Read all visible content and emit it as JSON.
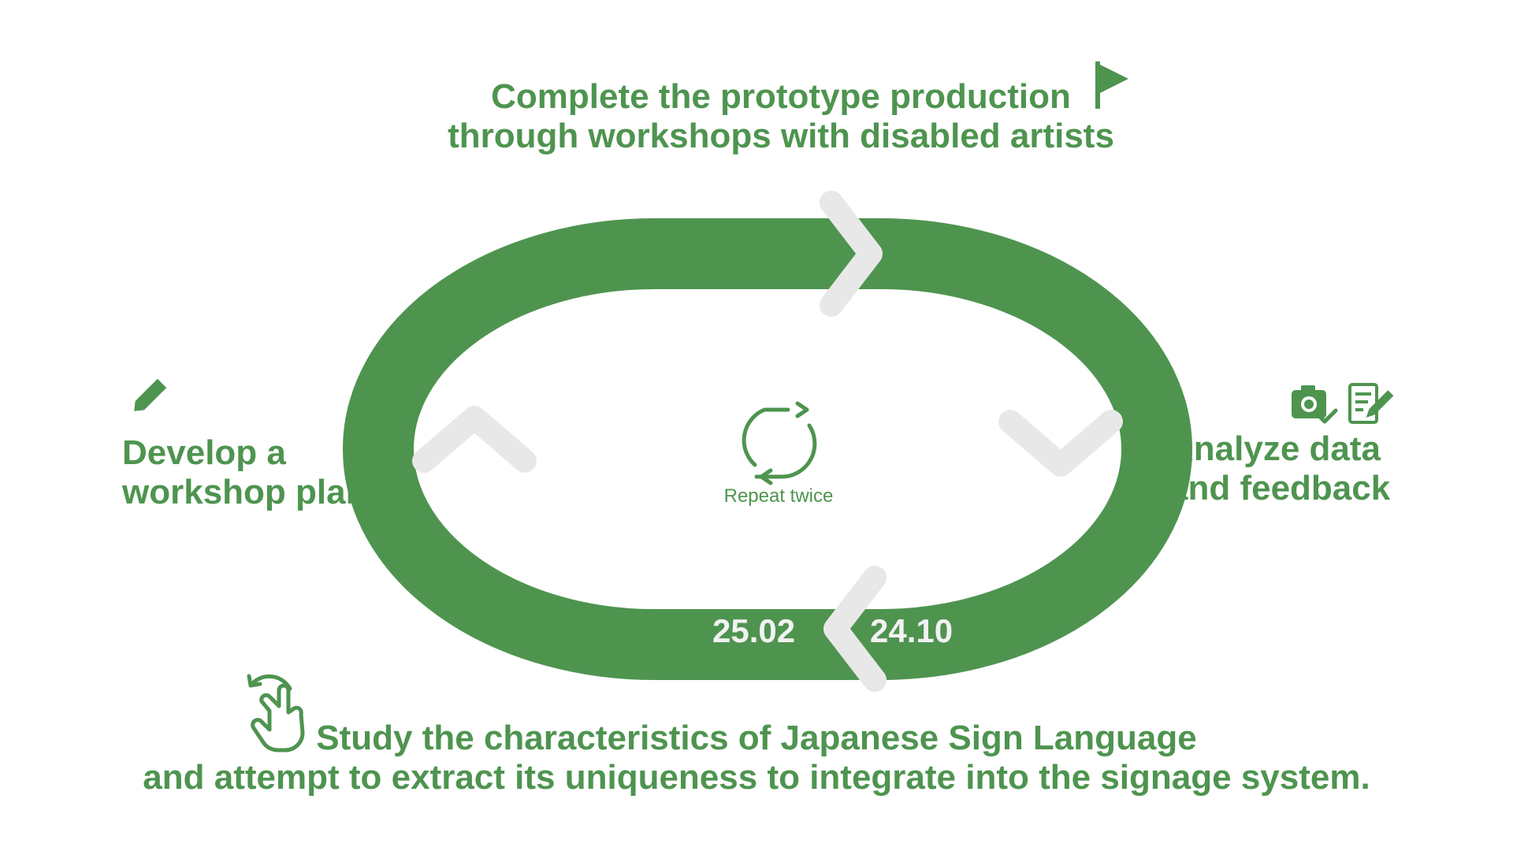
{
  "diagram": {
    "accent_color": "#4e944f",
    "arrow_color": "#e8e8e8",
    "center_caption": "Repeat twice",
    "center_icon": "repeat-cycle-icon",
    "dates": {
      "start": "25.02",
      "end": "24.10"
    },
    "steps": {
      "top": {
        "line1": "Complete the prototype production",
        "line2": "through workshops with disabled artists",
        "icon": "flag-icon"
      },
      "left": {
        "line1": "Develop a",
        "line2": "workshop plan",
        "icon": "pencil-icon"
      },
      "right": {
        "line1": "Analyze data",
        "line2": "and feedback",
        "icons": [
          "camera-check-icon",
          "document-edit-icon"
        ]
      },
      "bottom": {
        "line1": "Study the characteristics of Japanese Sign Language",
        "line2": "and attempt to extract its uniqueness to integrate into the signage system.",
        "icon": "hand-swipe-icon"
      }
    }
  }
}
